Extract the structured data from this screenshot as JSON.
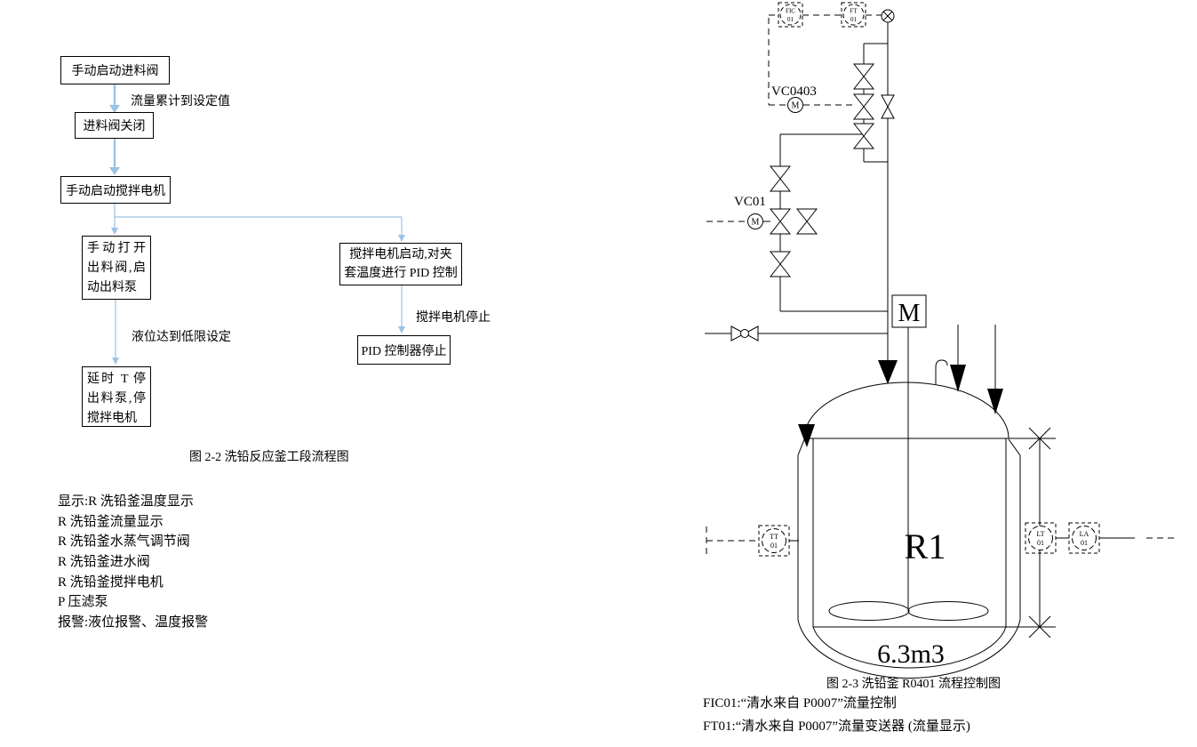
{
  "flowchart": {
    "caption": "图 2-2 洗铅反应釜工段流程图",
    "boxes": {
      "start_feed_valve": "手动启动进料阀",
      "feed_valve_closed": "进料阀关闭",
      "start_agitator": "手动启动搅拌电机",
      "open_discharge": "手动打开出料阀,启动出料泵",
      "delay_stop": "延时 T 停出料泵,停搅拌电机",
      "pid_control": "搅拌电机启动,对夹套温度进行 PID 控制",
      "pid_stop": "PID 控制器停止"
    },
    "edge_labels": {
      "flow_setpoint": "流量累计到设定值",
      "level_low": "液位达到低限设定",
      "agitator_stop": "搅拌电机停止"
    },
    "arrow_color": "#9CC2E5"
  },
  "notes": {
    "lines": [
      "显示:R 洗铅釜温度显示",
      "R 洗铅釜流量显示",
      "R 洗铅釜水蒸气调节阀",
      "R 洗铅釜进水阀",
      "R 洗铅釜搅拌电机",
      "P 压滤泵",
      "报警:液位报警、温度报警"
    ]
  },
  "pid": {
    "caption": "图 2-3 洗铅釜 R0401 流程控制图",
    "legend": [
      "FIC01:“清水来自 P0007”流量控制",
      "FT01:“清水来自 P0007”流量变送器 (流量显示)"
    ],
    "valve_tags": {
      "vc0403": "VC0403",
      "vc01": "VC01"
    },
    "motor_label": "M",
    "actuator_label": "M",
    "reactor_tag": "R1",
    "reactor_volume": "6.3m3",
    "line_color": "#000000",
    "instruments": {
      "fic": {
        "line1": "FIC",
        "line2": "01"
      },
      "ft": {
        "line1": "FT",
        "line2": "01"
      },
      "tt": {
        "line1": "TT",
        "line2": "01"
      },
      "lt": {
        "line1": "LT",
        "line2": "01"
      },
      "la": {
        "line1": "LA",
        "line2": "01"
      }
    }
  }
}
